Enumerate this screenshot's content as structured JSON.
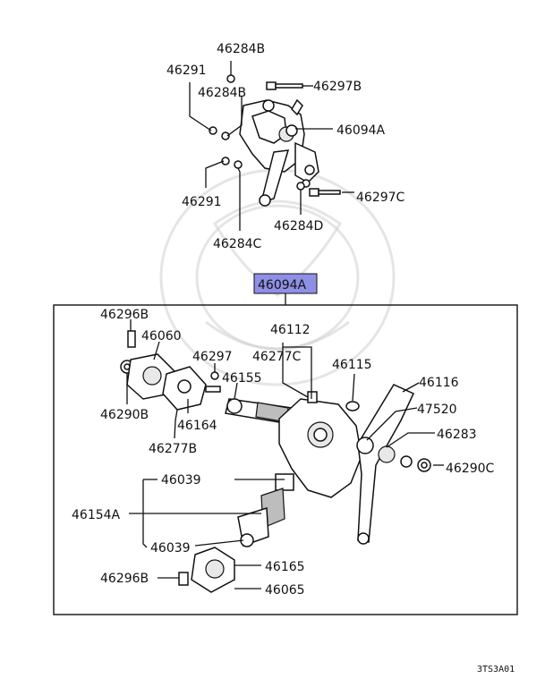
{
  "upper_assembly": {
    "labels": [
      "46284B",
      "46291",
      "46284B",
      "46297B",
      "46094A",
      "46291",
      "46297C",
      "46284D",
      "46284C"
    ]
  },
  "main_assembly": {
    "title_label": "46094A",
    "title_highlight_color": "#8f8fe6",
    "labels": [
      "46296B",
      "46060",
      "46297",
      "46112",
      "46277C",
      "46115",
      "46116",
      "46155",
      "46290B",
      "46164",
      "46277B",
      "47520",
      "46283",
      "46290C",
      "46039",
      "46154A",
      "46039",
      "46165",
      "46296B",
      "46065"
    ]
  },
  "diagram_code": "3TS3A01"
}
